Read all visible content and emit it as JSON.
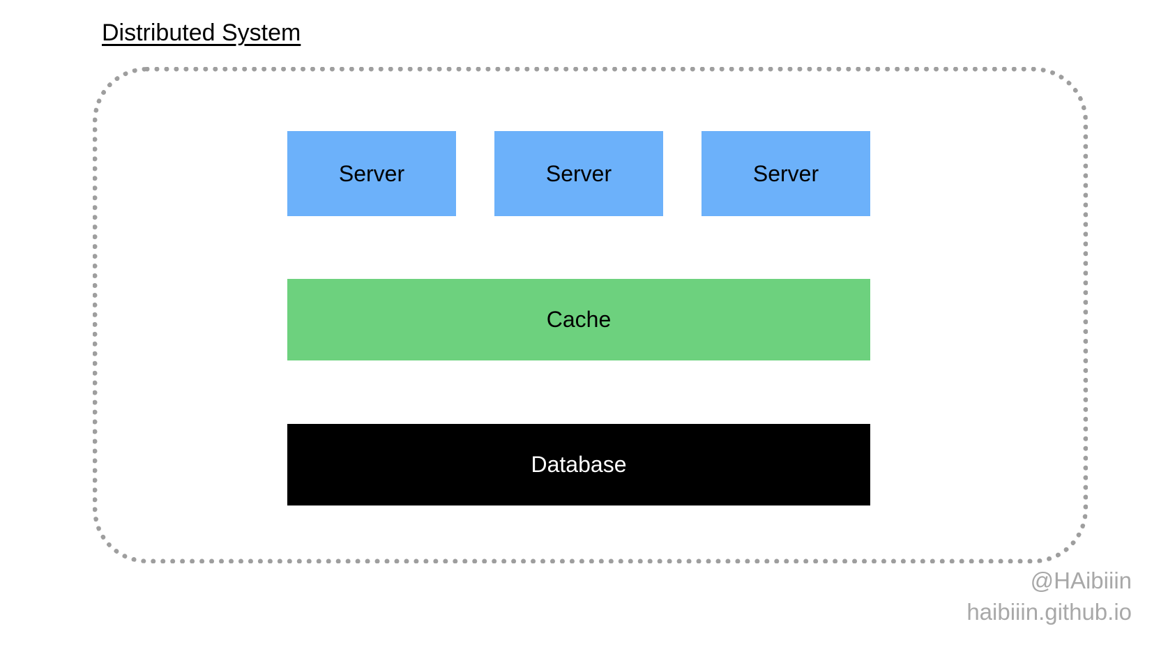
{
  "diagram": {
    "title": "Distributed System",
    "boundary_label": "system-boundary",
    "boundary_style": "dotted-rounded-rectangle",
    "colors": {
      "server": "#6CB1FA",
      "cache": "#6DD17E",
      "database": "#000000",
      "boundary": "#9e9e9e",
      "watermark": "#a8a8a8",
      "background": "#ffffff"
    },
    "layers": {
      "servers": [
        {
          "label": "Server"
        },
        {
          "label": "Server"
        },
        {
          "label": "Server"
        }
      ],
      "cache": {
        "label": "Cache"
      },
      "database": {
        "label": "Database"
      }
    }
  },
  "watermark": {
    "handle": "@HAibiiin",
    "site": "haibiiin.github.io"
  }
}
